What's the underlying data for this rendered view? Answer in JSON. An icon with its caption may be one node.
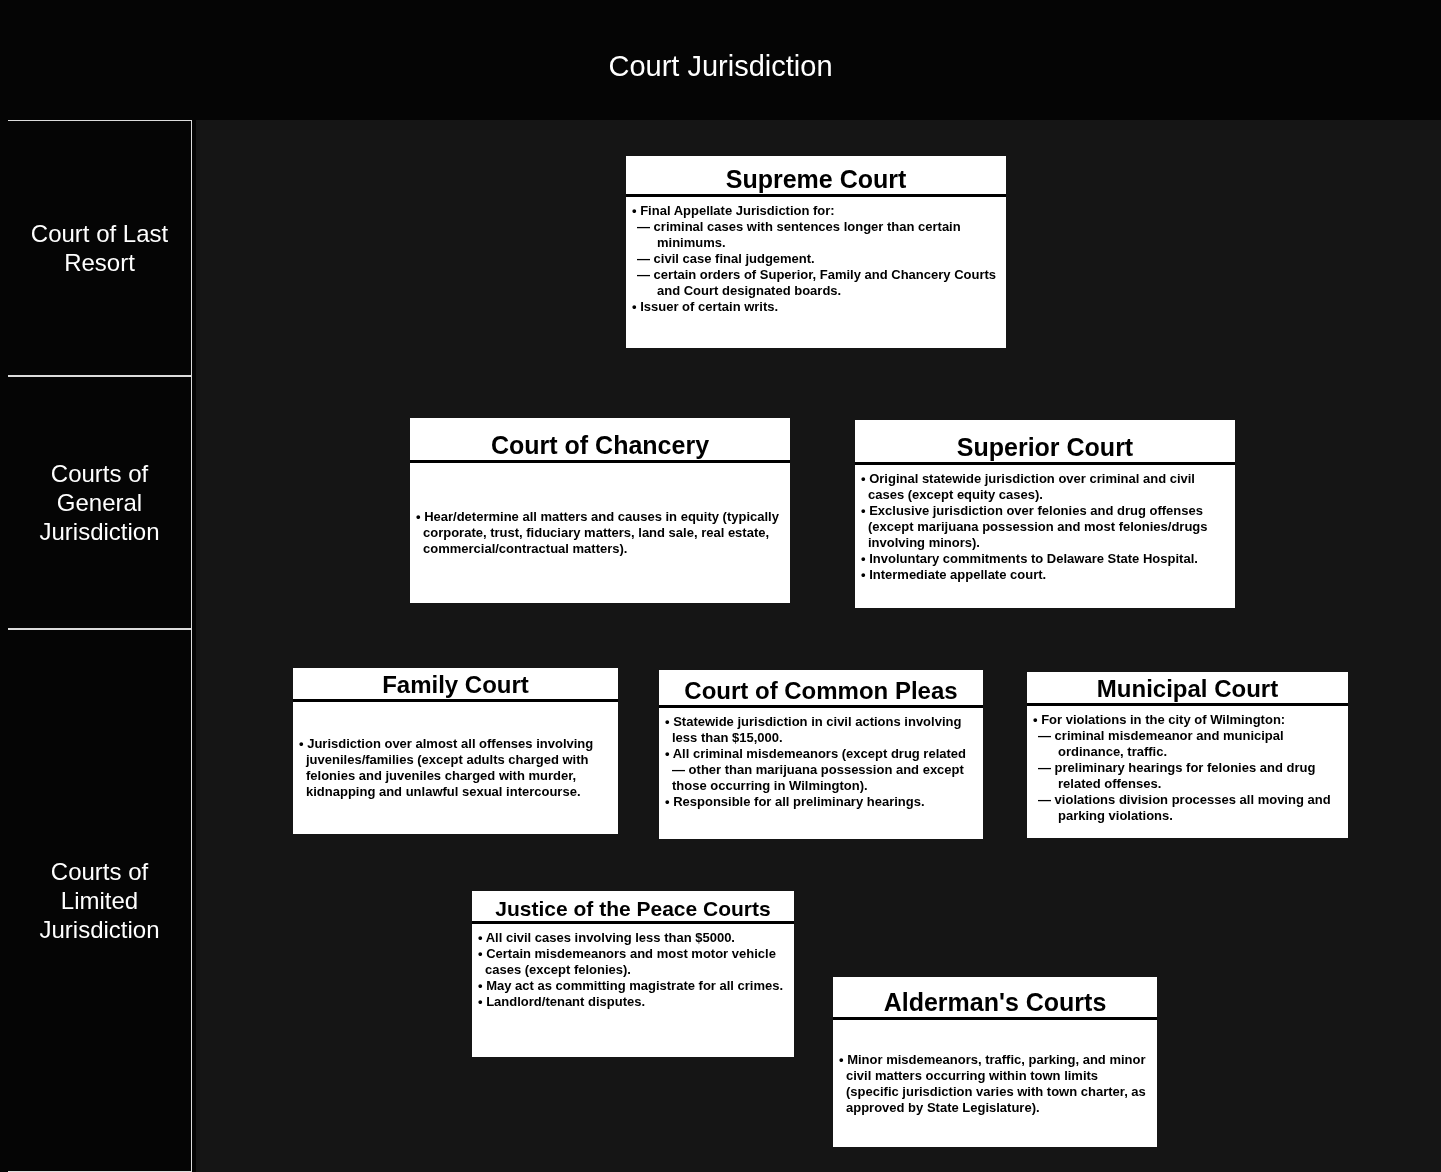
{
  "diagram": {
    "title": "Court Jurisdiction",
    "nodes": [
      {
        "text": [
          "Court of Last Resort"
        ]
      },
      {
        "text": [
          "Supreme Court",
          "• Final Appellate Jurisdiction for:",
          "— criminal cases with sentences longer than certain minimums.",
          "— civil case final judgement.",
          "— certain orders of Superior, Family and Chancery Courts and Court designated boards.",
          "• Issuer of certain writs."
        ]
      },
      {
        "text": [
          "Courts of General Jurisdiction"
        ]
      },
      {
        "text": [
          "Court of Chancery",
          "• Hear/determine all matters and causes in equity (typically corporate, trust, fiduciary matters, land sale, real estate, commercial/contractual matters)."
        ]
      },
      {
        "text": [
          "Superior Court",
          "• Original statewide jurisdiction over criminal and civil cases (except equity cases).",
          "• Exclusive jurisdiction over felonies and drug offenses (except marijuana possession and most felonies/drugs involving minors).",
          "• Involuntary commitments to Delaware State Hospital.",
          "• Intermediate appellate court."
        ]
      },
      {
        "text": [
          "Courts of Limited Jurisdiction"
        ]
      },
      {
        "text": [
          "Family Court",
          "• Jurisdiction over almost all offenses involving juveniles/families (except adults charged with felonies and juveniles charged with murder, kidnapping and unlawful sexual intercourse."
        ]
      },
      {
        "text": [
          "Court of Common Pleas",
          "• Statewide jurisdiction in civil actions involving less than $15,000.",
          "• All criminal misdemeanors (except drug related — other than marijuana possession and except those occurring in Wilmington).",
          "• Responsible for all preliminary hearings."
        ]
      },
      {
        "text": [
          "Municipal Court",
          "• For violations in the city of Wilmington:",
          "— criminal misdemeanor and municipal ordinance, traffic.",
          "— preliminary hearings for felonies and drug related offenses.",
          "— violations division processes all moving and parking violations."
        ]
      },
      {
        "text": [
          "Justice of the Peace Courts",
          "• All civil cases involving less than $5000.",
          "• Certain misdemeanors and most motor vehicle cases (except felonies).",
          "• May act as committing magistrate for all crimes.",
          "• Landlord/tenant disputes."
        ]
      },
      {
        "text": [
          "Alderman's Courts",
          "• Minor misdemeanors, traffic, parking, and minor civil matters occurring within town limits (specific jurisdiction varies with town charter, as approved by State Legislature)."
        ]
      }
    ]
  }
}
